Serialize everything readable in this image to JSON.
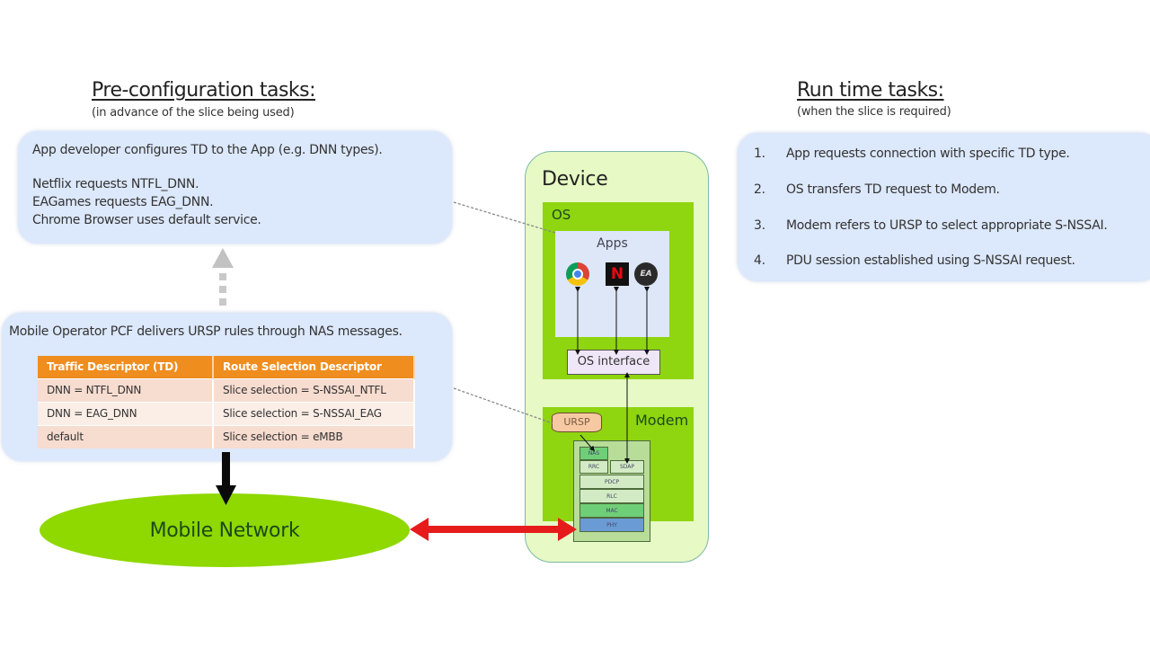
{
  "pre_config": {
    "heading": "Pre-configuration tasks:",
    "subheading": "(in advance of the slice being used)",
    "app_dev_box": {
      "line1": "App developer configures TD to the App (e.g. DNN types).",
      "line2": "Netflix requests NTFL_DNN.",
      "line3": "EAGames requests EAG_DNN.",
      "line4": "Chrome Browser uses default service."
    },
    "operator_box": {
      "title": "Mobile Operator PCF delivers URSP rules through NAS messages.",
      "table": {
        "headers": [
          "Traffic Descriptor (TD)",
          "Route Selection Descriptor"
        ],
        "rows": [
          [
            "DNN = NTFL_DNN",
            "Slice selection = S-NSSAI_NTFL"
          ],
          [
            "DNN = EAG_DNN",
            "Slice selection = S-NSSAI_EAG"
          ],
          [
            "default",
            "Slice selection = eMBB"
          ]
        ]
      }
    }
  },
  "network": {
    "label": "Mobile Network"
  },
  "device": {
    "title": "Device",
    "os": {
      "label": "OS",
      "apps_label": "Apps",
      "apps": [
        {
          "name": "chrome",
          "icon": "chrome-icon"
        },
        {
          "name": "netflix",
          "icon": "netflix-icon",
          "glyph": "N"
        },
        {
          "name": "ea",
          "icon": "ea-games-icon",
          "glyph": "EA"
        }
      ],
      "interface_label": "OS interface"
    },
    "modem": {
      "label": "Modem",
      "ursp_label": "URSP",
      "layers": [
        "NAS",
        "RRC",
        "SDAP",
        "PDCP",
        "RLC",
        "MAC",
        "PHY"
      ]
    }
  },
  "run_time": {
    "heading": "Run time tasks:",
    "subheading": "(when the slice is required)",
    "steps": [
      {
        "num": "1.",
        "text": "App requests connection with specific TD type."
      },
      {
        "num": "2.",
        "text": "OS transfers TD request to Modem."
      },
      {
        "num": "3.",
        "text": "Modem refers to URSP to select appropriate S-NSSAI."
      },
      {
        "num": "4.",
        "text": "PDU session established using S-NSSAI request."
      }
    ]
  },
  "colors": {
    "bubble": "#dce8fb",
    "table_header": "#ef8d1f",
    "device_bg": "#e7f9c4",
    "os_green": "#8fd510",
    "network_green": "#8fd800",
    "link_red": "#e61c1c"
  }
}
